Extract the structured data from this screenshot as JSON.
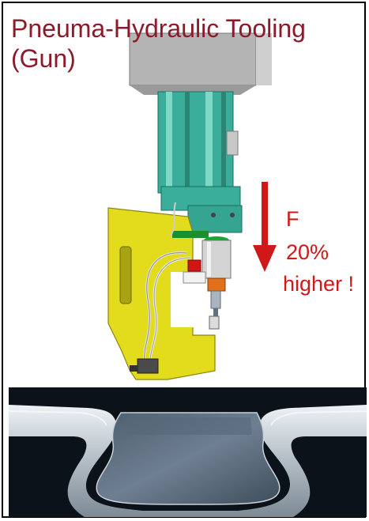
{
  "slide": {
    "title_line1": "Pneuma-Hydraulic Tooling",
    "title_line2": "(Gun)",
    "force_label": "F",
    "force_value": "20%",
    "force_note": "higher !"
  },
  "colors": {
    "title": "#8b1a2b",
    "annotation": "#d01818",
    "cylinder": "#3aae9a",
    "frame": "#e2dc1c",
    "housing": "#b9b9b9"
  },
  "images": {
    "top": "gun-tooling-cad-drawing",
    "bottom": "clinch-joint-cross-section-photo"
  },
  "icons": {
    "force": "red-down-arrow"
  }
}
